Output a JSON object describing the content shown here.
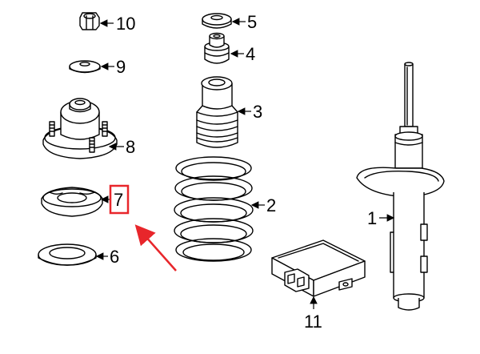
{
  "callouts": {
    "p1": "1",
    "p2": "2",
    "p3": "3",
    "p4": "4",
    "p5": "5",
    "p6": "6",
    "p7": "7",
    "p8": "8",
    "p9": "9",
    "p10": "10",
    "p11": "11"
  },
  "highlight": {
    "target": "7",
    "color": "#e8262b"
  }
}
